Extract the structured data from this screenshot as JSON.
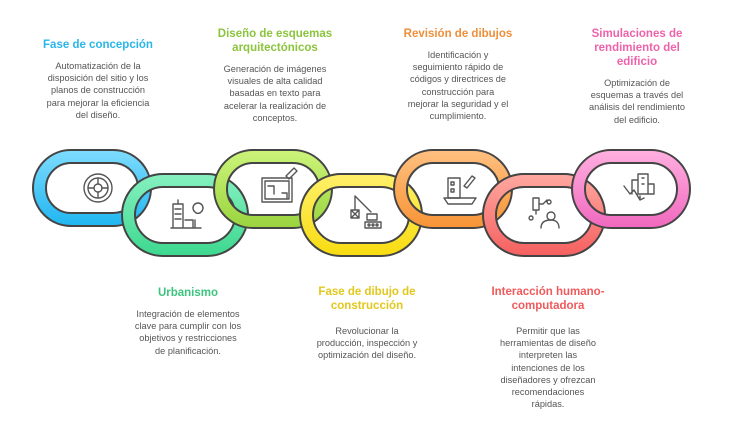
{
  "steps": [
    {
      "title": "Fase de concepción",
      "description": "Automatización de la\ndisposición del sitio y los\nplanos de construcción\npara mejorar la eficiencia\ndel diseño.",
      "color": "#29b6e8",
      "icon": "roundabout-icon"
    },
    {
      "title": "Urbanismo",
      "description": "Integración de elementos\nclave para cumplir con los\nobjetivos y restricciones\nde planificación.",
      "color": "#3cc57f",
      "icon": "city-building-tree-icon"
    },
    {
      "title": "Diseño de esquemas\narquitectónicos",
      "description": "Generación de imágenes\nvisuales de alta calidad\nbasadas en texto para\nacelerar la realización de\nconceptos.",
      "color": "#8cc43e",
      "icon": "blueprint-pencil-icon"
    },
    {
      "title": "Fase de dibujo de\nconstrucción",
      "description": "Revolucionar la\nproducción, inspección y\noptimización del diseño.",
      "color": "#e2c81c",
      "icon": "crane-icon"
    },
    {
      "title": "Revisión de dibujos",
      "description": "Identificación y\nseguimiento rápido de\ncódigos y directrices de\nconstrucción para\nmejorar la seguridad y el\ncumplimiento.",
      "color": "#ee8f3a",
      "icon": "laptop-pencil-icon"
    },
    {
      "title": "Interacción humano-\ncomputadora",
      "description": "Permitir que las\nherramientas de diseño\ninterpreten las\nintenciones de los\ndiseñadores y ofrezcan\nrecomendaciones\nrápidas.",
      "color": "#ef5a5c",
      "icon": "human-computer-icon"
    },
    {
      "title": "Simulaciones de\nrendimiento del\nedificio",
      "description": "Optimización de\nesquemas a través del\nanálisis del rendimiento\ndel edificio.",
      "color": "#ee62ab",
      "icon": "building-chart-icon"
    }
  ]
}
